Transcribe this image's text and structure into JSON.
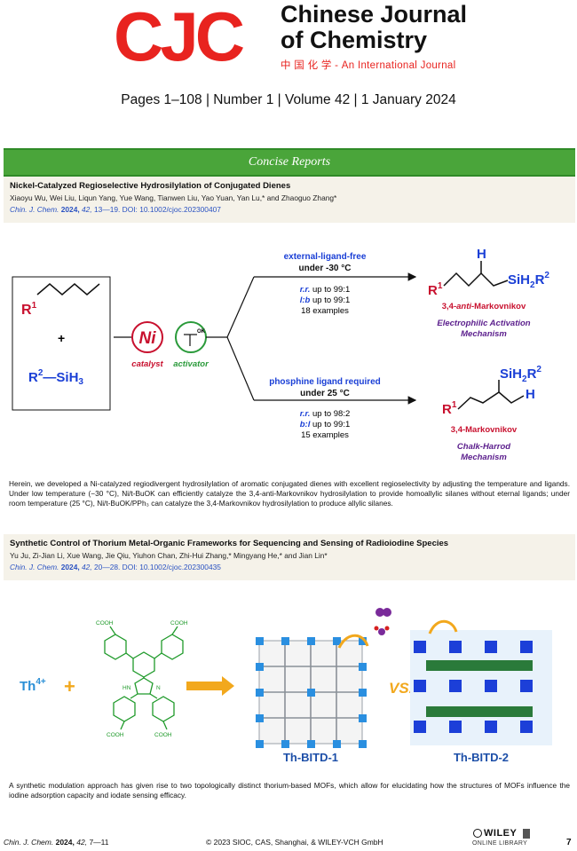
{
  "masthead": {
    "logo": "CJC",
    "journal_line1": "Chinese Journal",
    "journal_line2": "of Chemistry",
    "tagline": "中 国 化 学 - An International Journal",
    "issue_line": "Pages 1–108 | Number 1 | Volume 42 | 1 January 2024"
  },
  "section": {
    "title": "Concise Reports"
  },
  "article1": {
    "title": "Nickel-Catalyzed Regioselective Hydrosilylation of Conjugated Dienes",
    "authors": "Xiaoyu Wu, Wei Liu, Liqun Yang, Yue Wang, Tianwen Liu, Yao Yuan, Yan Lu,* and Zhaoguo Zhang*",
    "cite_journal": "Chin. J. Chem.",
    "cite_year": "2024,",
    "cite_vol": "42,",
    "cite_rest": "13—19. DOI: 10.1002/cjoc.202300407",
    "scheme": {
      "r1": "R",
      "r1_sup": "1",
      "plus": "+",
      "silane": "R",
      "silane_sup": "2",
      "silane_rest": "—SiH",
      "silane_sub": "3",
      "ni": "Ni",
      "ok": "OK",
      "catalyst": "catalyst",
      "activator": "activator",
      "top_cond1": "external-ligand-free",
      "top_cond2": "under -30 °C",
      "top_rr": "r.r.",
      "top_rr_val": "up to 99:1",
      "top_lb": "l:b",
      "top_lb_val": "up to 99:1",
      "top_examples": "18 examples",
      "bot_cond1": "phosphine ligand required",
      "bot_cond2": "under 25 °C",
      "bot_rr": "r.r.",
      "bot_rr_val": "up to 98:2",
      "bot_bl": "b:l",
      "bot_bl_val": "up to 99:1",
      "bot_examples": "15 examples",
      "prod1_h": "H",
      "prod1_si": "SiH",
      "prod1_si_sub": "2",
      "prod1_r": "R",
      "prod1_r_sup": "2",
      "prod1_r1": "R",
      "prod1_r1_sup": "1",
      "prod1_name_a": "3,4-",
      "prod1_name_b": "anti",
      "prod1_name_c": "-Markovnikov",
      "prod1_mech1": "Electrophilic Activation",
      "prod1_mech2": "Mechanism",
      "prod2_si": "SiH",
      "prod2_si_sub": "2",
      "prod2_r": "R",
      "prod2_r_sup": "2",
      "prod2_h": "H",
      "prod2_r1": "R",
      "prod2_r1_sup": "1",
      "prod2_name": "3,4-Markovnikov",
      "prod2_mech1": "Chalk-Harrod",
      "prod2_mech2": "Mechanism"
    },
    "abstract": "Herein, we developed a Ni-catalyzed regiodivergent hydrosilylation of aromatic conjugated dienes with excellent regioselectivity by adjusting the temperature and ligands. Under low temperature (−30 °C), Ni/t-BuOK can efficiently catalyze the 3,4-anti-Markovnikov hydrosilylation to provide homoallylic silanes without eternal ligands; under room temperature (25 °C), Ni/t-BuOK/PPh₃ can catalyze the 3,4-Markovnikov hydrosilylation to produce allylic silanes."
  },
  "article2": {
    "title": "Synthetic Control of Thorium Metal-Organic Frameworks for Sequencing and Sensing of Radioiodine Species",
    "authors": "Yu Ju, Zi-Jian Li, Xue Wang, Jie Qiu, Yiuhon Chan, Zhi-Hui Zhang,* Mingyang He,* and Jian Lin*",
    "cite_journal": "Chin. J. Chem.",
    "cite_year": "2024,",
    "cite_vol": "42,",
    "cite_rest": "20—28. DOI: 10.1002/cjoc.202300435",
    "graphic": {
      "th": "Th",
      "th_sup": "4+",
      "plus": "+",
      "vs": "VS.",
      "label1": "Th-BITD-1",
      "label2": "Th-BITD-2",
      "cooh": "COOH",
      "hn": "HN",
      "n": "N"
    },
    "abstract": "A synthetic modulation approach has given rise to two topologically distinct thorium-based MOFs, which allow for elucidating how the structures of MOFs influence the iodine adsorption capacity and iodate sensing efficacy."
  },
  "footer": {
    "cite_journal": "Chin. J. Chem.",
    "cite_year": "2024,",
    "cite_vol": "42,",
    "cite_pages": "7—11",
    "copyright": "© 2023 SIOC, CAS, Shanghai, & WILEY-VCH GmbH",
    "publisher": "WILEY",
    "publisher_sub": "ONLINE LIBRARY",
    "page": "7"
  },
  "colors": {
    "brand_red": "#e8231f",
    "banner_green": "#4aa53a",
    "link_blue": "#2a52c2",
    "scheme_blue": "#1a3fd6",
    "scheme_red": "#c8102e",
    "scheme_purple": "#5a1d8c"
  }
}
